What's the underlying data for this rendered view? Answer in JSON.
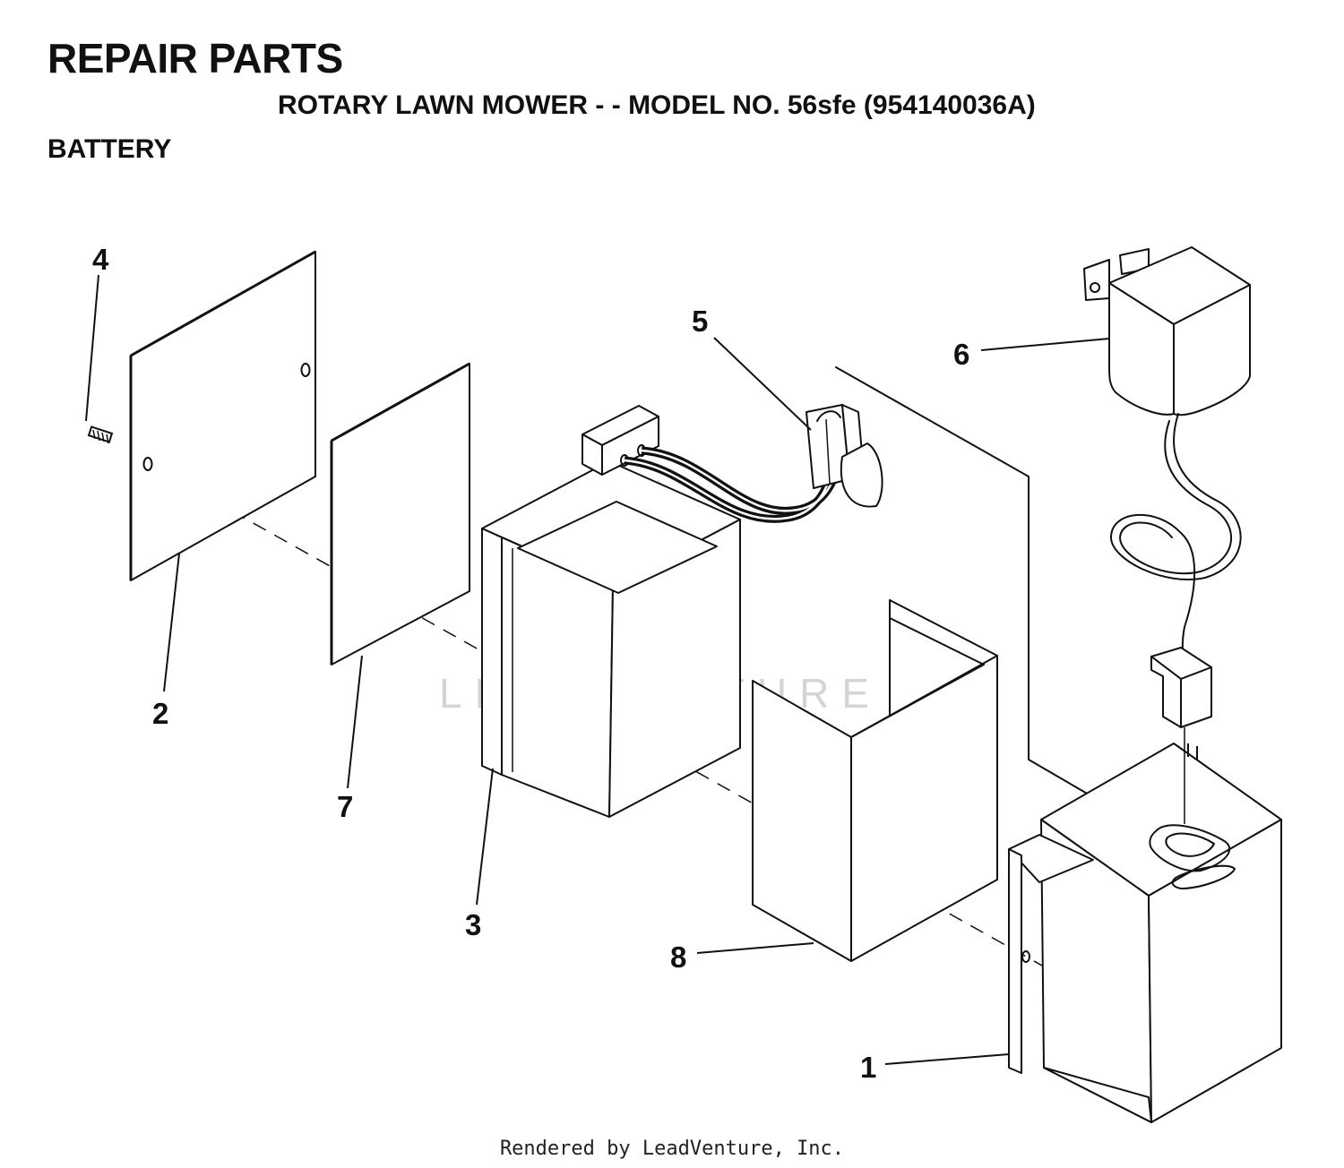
{
  "header": {
    "title": "REPAIR PARTS",
    "subtitle": "ROTARY LAWN MOWER - - MODEL NO. 56sfe (954140036A)",
    "section": "BATTERY"
  },
  "callouts": [
    "1",
    "2",
    "3",
    "4",
    "5",
    "6",
    "7",
    "8"
  ],
  "watermark": "LEADVENTURE",
  "footer": "Rendered by LeadVenture, Inc."
}
